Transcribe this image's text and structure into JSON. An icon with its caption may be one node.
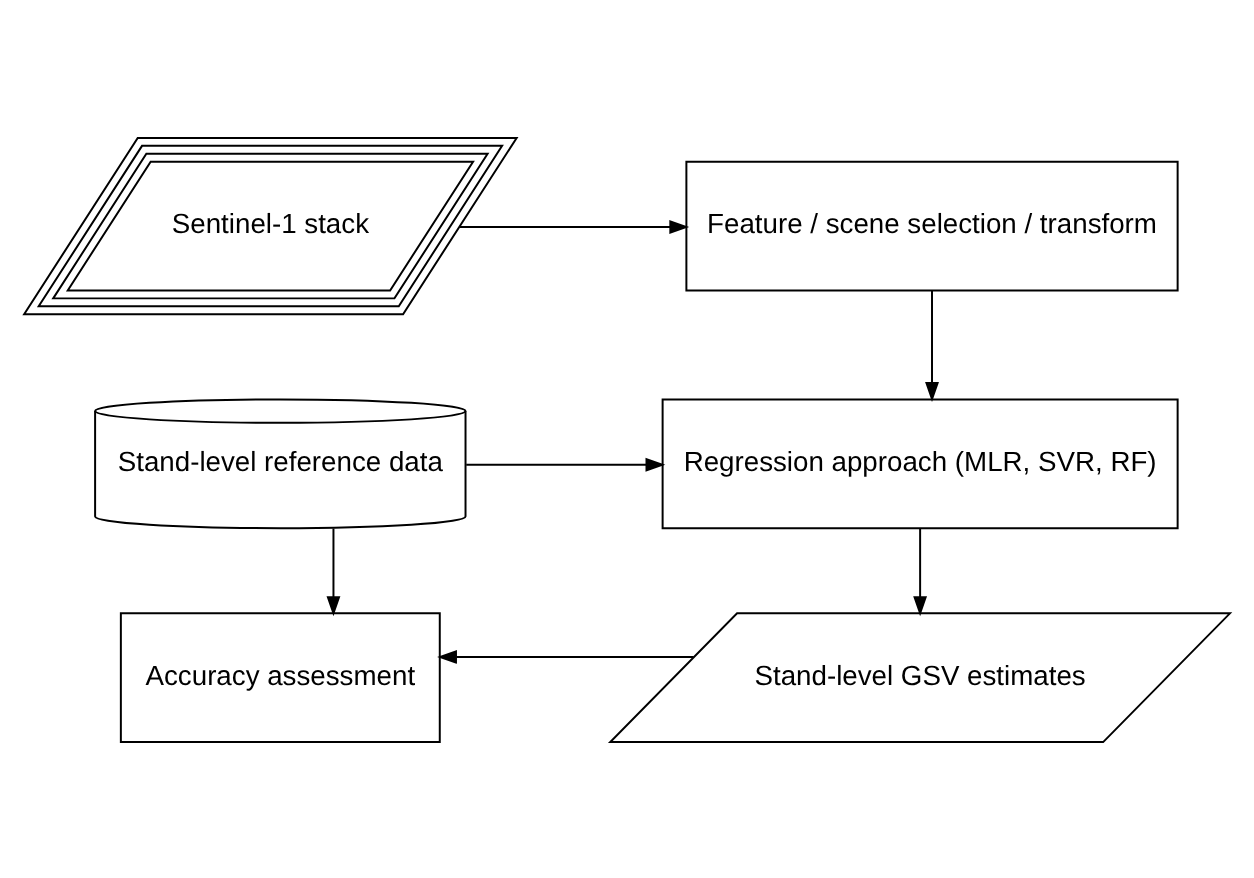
{
  "diagram": {
    "nodes": [
      {
        "text": [
          "Sentinel-1 stack"
        ]
      },
      {
        "text": [
          "Feature / scene selection / transform"
        ]
      },
      {
        "text": [
          "Stand-level reference data"
        ]
      },
      {
        "text": [
          "Regression approach (MLR, SVR, RF)"
        ]
      },
      {
        "text": [
          "Stand-level GSV estimates"
        ]
      },
      {
        "text": [
          "Accuracy assessment"
        ]
      }
    ],
    "edges": [
      {
        "from": 0,
        "to": 1,
        "arrow": "to"
      },
      {
        "from": 1,
        "to": 3,
        "arrow": "to"
      },
      {
        "from": 2,
        "to": 3,
        "arrow": "to"
      },
      {
        "from": 3,
        "to": 4,
        "arrow": "to"
      },
      {
        "from": 2,
        "to": 5,
        "arrow": "to"
      },
      {
        "from": 4,
        "to": 5,
        "arrow": "to"
      }
    ]
  }
}
